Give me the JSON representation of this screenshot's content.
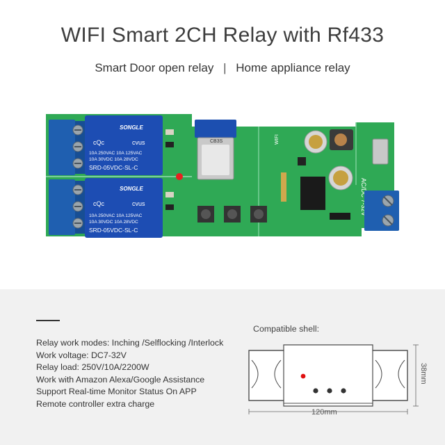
{
  "header": {
    "title": "WIFI Smart 2CH Relay with Rf433",
    "subtitle_left": "Smart Door open relay",
    "subtitle_sep": "|",
    "subtitle_right": "Home appliance relay"
  },
  "board": {
    "relay_brand": "SONGLE",
    "relay_line1": "10A 250VAC  10A 125VAC",
    "relay_line2": "10A  30VDC  10A  28VDC",
    "relay_model": "SRD-05VDC-SL-C",
    "relay_cert": "cQc",
    "relay_cert2": "cᴠus",
    "module_label": "CB3S",
    "wifi_label": "WIFI",
    "voltage_label": "AC/DC 7-32V",
    "colors": {
      "pcb": "#2faa55",
      "terminal": "#1f5fb0",
      "relay": "#1d4db3"
    }
  },
  "features": [
    "Relay work modes: Inching /Selflocking /Interlock",
    "Work voltage: DC7-32V",
    "Relay load: 250V/10A/2200W",
    "Work with Amazon Alexa/Google Assistance",
    "Support Real-time Monitor Status On APP",
    "Remote controller extra charge"
  ],
  "shell": {
    "label": "Compatible shell:",
    "width_label": "120mm",
    "height_label": "38mm"
  }
}
